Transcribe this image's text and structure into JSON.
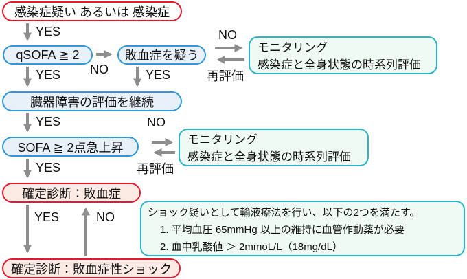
{
  "flowchart": {
    "title": "sepsis-diagnosis-flowchart",
    "nodes": {
      "infection": "感染症疑い あるいは 感染症",
      "qsofa": "qSOFA ≧ 2",
      "suspect_sepsis": "敗血症を疑う",
      "monitoring_1": {
        "line1": "モニタリング",
        "line2": "感染症と全身状態の時系列評価"
      },
      "continue_organ_eval": "臓器障害の評価を継続",
      "sofa": "SOFA ≧ 2点急上昇",
      "monitoring_2": {
        "line1": "モニタリング",
        "line2": "感染症と全身状態の時系列評価"
      },
      "diagnosis_sepsis": "確定診断：敗血症",
      "shock_criteria": {
        "line1": "ショック疑いとして輸液療法を行い、以下の2つを満たす。",
        "line2": "1. 平均血圧 65mmHg 以上の維持に血管作動薬が必要",
        "line3": "2. 血中乳酸値 ＞ 2mmoL/L（18mg/dL）"
      },
      "diagnosis_septic_shock": "確定診断：敗血症性ショック"
    },
    "edge_labels": {
      "yes_infection": "YES",
      "no_qsofa": "NO",
      "yes_qsofa": "YES",
      "yes_suspect": "YES",
      "no_suspect": "NO",
      "reeval_1": "再評価",
      "yes_organ": "YES",
      "no_sofa": "NO",
      "reeval_2": "再評価",
      "yes_sofa": "YES",
      "yes_sepsis": "YES",
      "no_sepsis": "NO"
    },
    "colors": {
      "red_border": "#e8192d",
      "pink_fill": "#fcebe4",
      "blue_border": "#2f97dc",
      "blue_fill": "#e8f1fa",
      "cyan_border": "#2bb6c8",
      "mint_fill": "#eefaf3",
      "arrow_gray": "#8d8d8d",
      "text": "#111111"
    }
  }
}
